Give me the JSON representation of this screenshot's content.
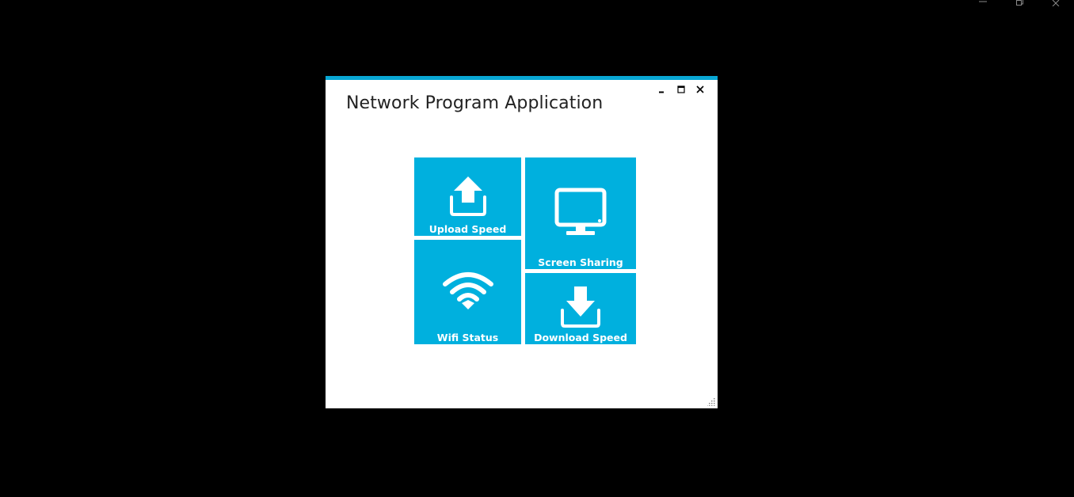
{
  "app": {
    "title": "Network Program Application",
    "accent_color": "#08a7d4",
    "tile_color": "#00b0de"
  },
  "window_controls": {
    "minimize_icon": "minimize-icon",
    "maximize_icon": "maximize-icon",
    "close_icon": "close-icon"
  },
  "host_controls": {
    "minimize_icon": "minimize-icon",
    "restore_icon": "restore-icon",
    "close_icon": "close-icon"
  },
  "tiles": [
    {
      "id": "upload",
      "label": "Upload Speed",
      "icon": "upload-icon"
    },
    {
      "id": "screen",
      "label": "Screen Sharing",
      "icon": "monitor-icon"
    },
    {
      "id": "wifi",
      "label": "Wifi Status",
      "icon": "wifi-icon"
    },
    {
      "id": "download",
      "label": "Download Speed",
      "icon": "download-icon"
    }
  ]
}
